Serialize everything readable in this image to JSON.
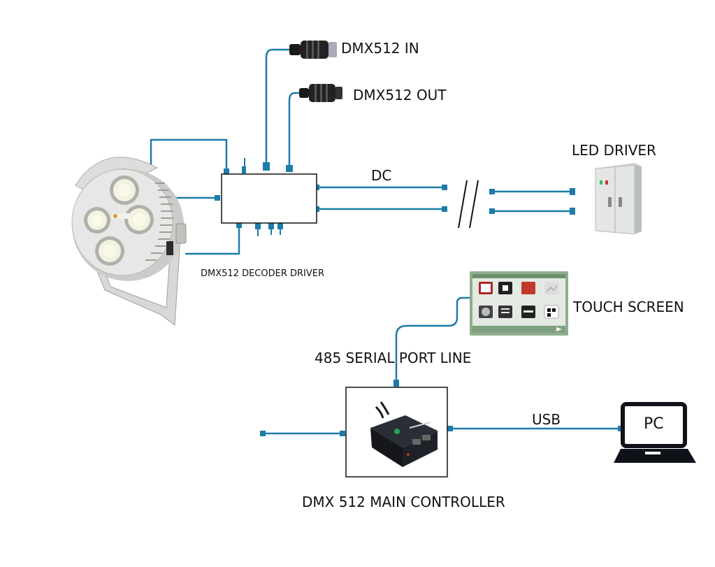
{
  "labels": {
    "dmx_in": "DMX512 IN",
    "dmx_out": "DMX512 OUT",
    "led_driver": "LED DRIVER",
    "dc": "DC",
    "decoder": "DMX512 DECODER DRIVER",
    "touch_screen": "TOUCH SCREEN",
    "serial_line": "485 SERIAL PORT LINE",
    "usb": "USB",
    "pc": "PC",
    "main_controller": "DMX 512 MAIN CONTROLLER"
  },
  "colors": {
    "wire": "#1c7ca8",
    "box_stroke": "#111111",
    "fixture_body": "#e4e6e3",
    "cabinet": "#dfe2e1",
    "screen_frame": "#8fae8f",
    "screen_bg": "#e3e9e3",
    "controller": "#1c1f25",
    "laptop": "#0f1218"
  }
}
